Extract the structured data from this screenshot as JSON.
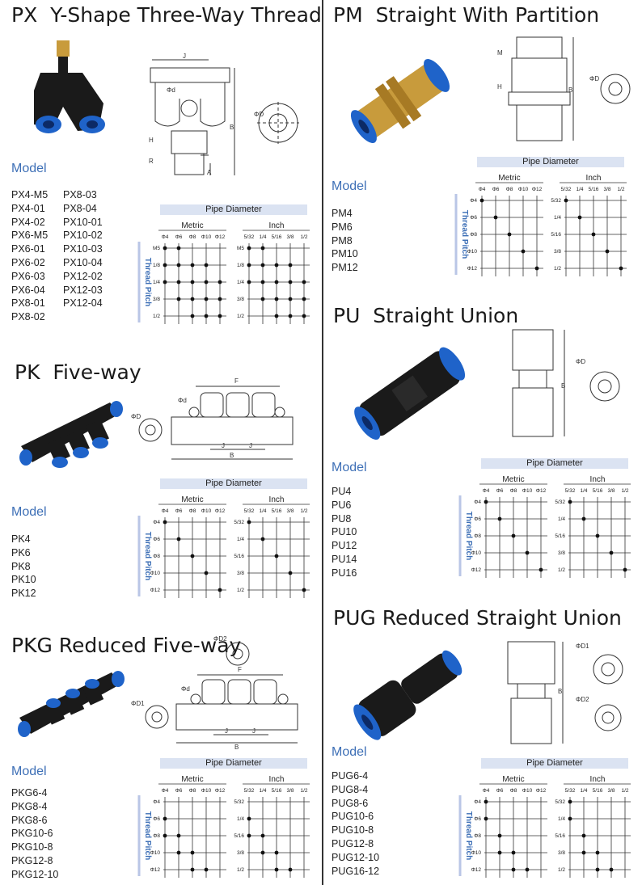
{
  "colors": {
    "accent_blue": "#3d6fb6",
    "fitting_black": "#1a1a1a",
    "tube_blue": "#1f63c9",
    "brass": "#c89b3c",
    "pipe_bar": "#dbe3f2"
  },
  "common": {
    "model_label": "Model",
    "pipe_diameter": "Pipe Diameter",
    "metric": "Metric",
    "inch": "Inch",
    "thread_pitch": "Thread Pitch",
    "metric_cols": [
      "Φ4",
      "Φ6",
      "Φ8",
      "Φ10",
      "Φ12"
    ],
    "inch_cols": [
      "5/32",
      "1/4",
      "5/16",
      "3/8",
      "1/2"
    ]
  },
  "px": {
    "code": "PX",
    "name": "Y-Shape Three-Way Thread",
    "models_col1": [
      "PX4-M5",
      "PX4-01",
      "PX4-02",
      "PX6-M5",
      "PX6-01",
      "PX6-02",
      "PX6-03",
      "PX6-04",
      "PX8-01",
      "PX8-02"
    ],
    "models_col2": [
      "PX8-03",
      "PX8-04",
      "PX10-01",
      "PX10-02",
      "PX10-03",
      "PX10-04",
      "PX12-02",
      "PX12-03",
      "PX12-04"
    ],
    "rows": [
      "M5",
      "1/8",
      "1/4",
      "3/8",
      "1/2"
    ],
    "dim_labels": [
      "J",
      "Φd",
      "B",
      "H",
      "R",
      "A",
      "ΦD"
    ]
  },
  "pm": {
    "code": "PM",
    "name": "Straight With Partition",
    "models": [
      "PM4",
      "PM6",
      "PM8",
      "PM10",
      "PM12"
    ],
    "rows": [
      "5/32",
      "1/4",
      "5/16",
      "3/8",
      "1/2"
    ],
    "row_left": [
      "Φ4",
      "Φ6",
      "Φ8",
      "Φ10",
      "Φ12"
    ],
    "dim_labels": [
      "M",
      "H",
      "B",
      "ΦD"
    ]
  },
  "pk": {
    "code": "PK",
    "name": "Five-way",
    "models": [
      "PK4",
      "PK6",
      "PK8",
      "PK10",
      "PK12"
    ],
    "rows": [
      "5/32",
      "1/4",
      "5/16",
      "3/8",
      "1/2"
    ],
    "row_left": [
      "Φ4",
      "Φ6",
      "Φ8",
      "Φ10",
      "Φ12"
    ],
    "dim_labels": [
      "F",
      "Φd",
      "ΦD",
      "J",
      "J",
      "B"
    ]
  },
  "pu": {
    "code": "PU",
    "name": "Straight Union",
    "models": [
      "PU4",
      "PU6",
      "PU8",
      "PU10",
      "PU12",
      "PU14",
      "PU16"
    ],
    "rows": [
      "5/32",
      "1/4",
      "5/16",
      "3/8",
      "1/2"
    ],
    "row_left": [
      "Φ4",
      "Φ6",
      "Φ8",
      "Φ10",
      "Φ12"
    ],
    "dim_labels": [
      "ΦD",
      "B"
    ]
  },
  "pkg": {
    "code": "PKG",
    "name": "Reduced Five-way",
    "models": [
      "PKG6-4",
      "PKG8-4",
      "PKG8-6",
      "PKG10-6",
      "PKG10-8",
      "PKG12-8",
      "PKG12-10"
    ],
    "rows": [
      "5/32",
      "1/4",
      "5/16",
      "3/8",
      "1/2"
    ],
    "row_left": [
      "Φ4",
      "Φ6",
      "Φ8",
      "Φ10",
      "Φ12"
    ],
    "dim_labels": [
      "ΦD2",
      "F",
      "Φd",
      "ΦD1",
      "J",
      "J",
      "B"
    ]
  },
  "pug": {
    "code": "PUG",
    "name": "Reduced Straight Union",
    "models": [
      "PUG6-4",
      "PUG8-4",
      "PUG8-6",
      "PUG10-6",
      "PUG10-8",
      "PUG12-8",
      "PUG12-10",
      "PUG16-12"
    ],
    "rows": [
      "5/32",
      "1/4",
      "5/16",
      "3/8",
      "1/2"
    ],
    "row_left": [
      "Φ4",
      "Φ6",
      "Φ8",
      "Φ10",
      "Φ12"
    ],
    "dim_labels": [
      "ΦD1",
      "ΦD2",
      "B"
    ]
  }
}
